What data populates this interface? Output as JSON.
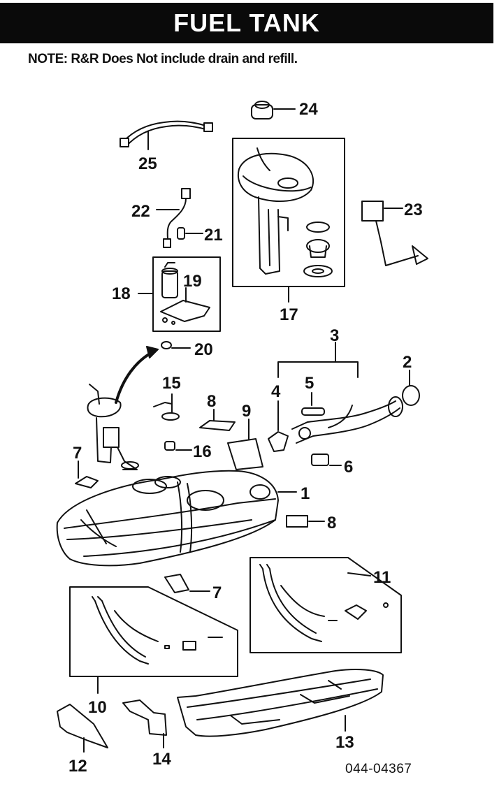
{
  "header": {
    "title": "FUEL TANK"
  },
  "note": "NOTE: R&R Does Not include drain and refill.",
  "callouts": {
    "c1": "1",
    "c2": "2",
    "c3": "3",
    "c4": "4",
    "c5": "5",
    "c6": "6",
    "c7a": "7",
    "c7b": "7",
    "c8a": "8",
    "c8b": "8",
    "c9": "9",
    "c10": "10",
    "c11": "11",
    "c12": "12",
    "c13": "13",
    "c14": "14",
    "c15": "15",
    "c16": "16",
    "c17": "17",
    "c18": "18",
    "c19": "19",
    "c20": "20",
    "c21": "21",
    "c22": "22",
    "c23": "23",
    "c24": "24",
    "c25": "25"
  },
  "figure_code": "044-04367"
}
